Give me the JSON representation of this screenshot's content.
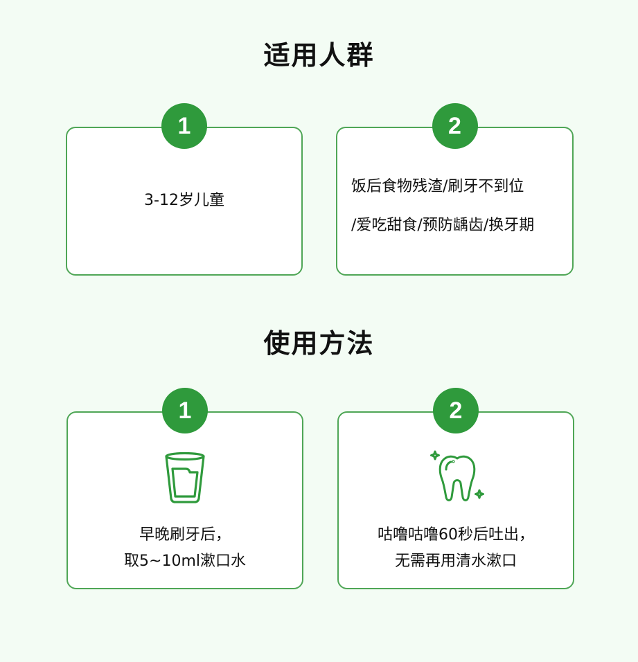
{
  "sections": [
    {
      "title": "适用人群",
      "cards": [
        {
          "number": "1",
          "lines": [
            "3-12岁儿童"
          ]
        },
        {
          "number": "2",
          "lines": [
            "饭后食物残渣/刷牙不到位",
            "/爱吃甜食/预防龋齿/换牙期"
          ]
        }
      ]
    },
    {
      "title": "使用方法",
      "cards": [
        {
          "number": "1",
          "icon": "water-glass-icon",
          "lines": [
            "早晚刷牙后，",
            "取5~10ml漱口水"
          ]
        },
        {
          "number": "2",
          "icon": "sparkling-tooth-icon",
          "lines": [
            "咕噜咕噜60秒后吐出，",
            "无需再用清水漱口"
          ]
        }
      ]
    }
  ],
  "colors": {
    "background": "#f3fcf4",
    "accent_green": "#2f9a3c",
    "card_border": "#4fa656",
    "card_background": "#ffffff",
    "text": "#111111"
  }
}
